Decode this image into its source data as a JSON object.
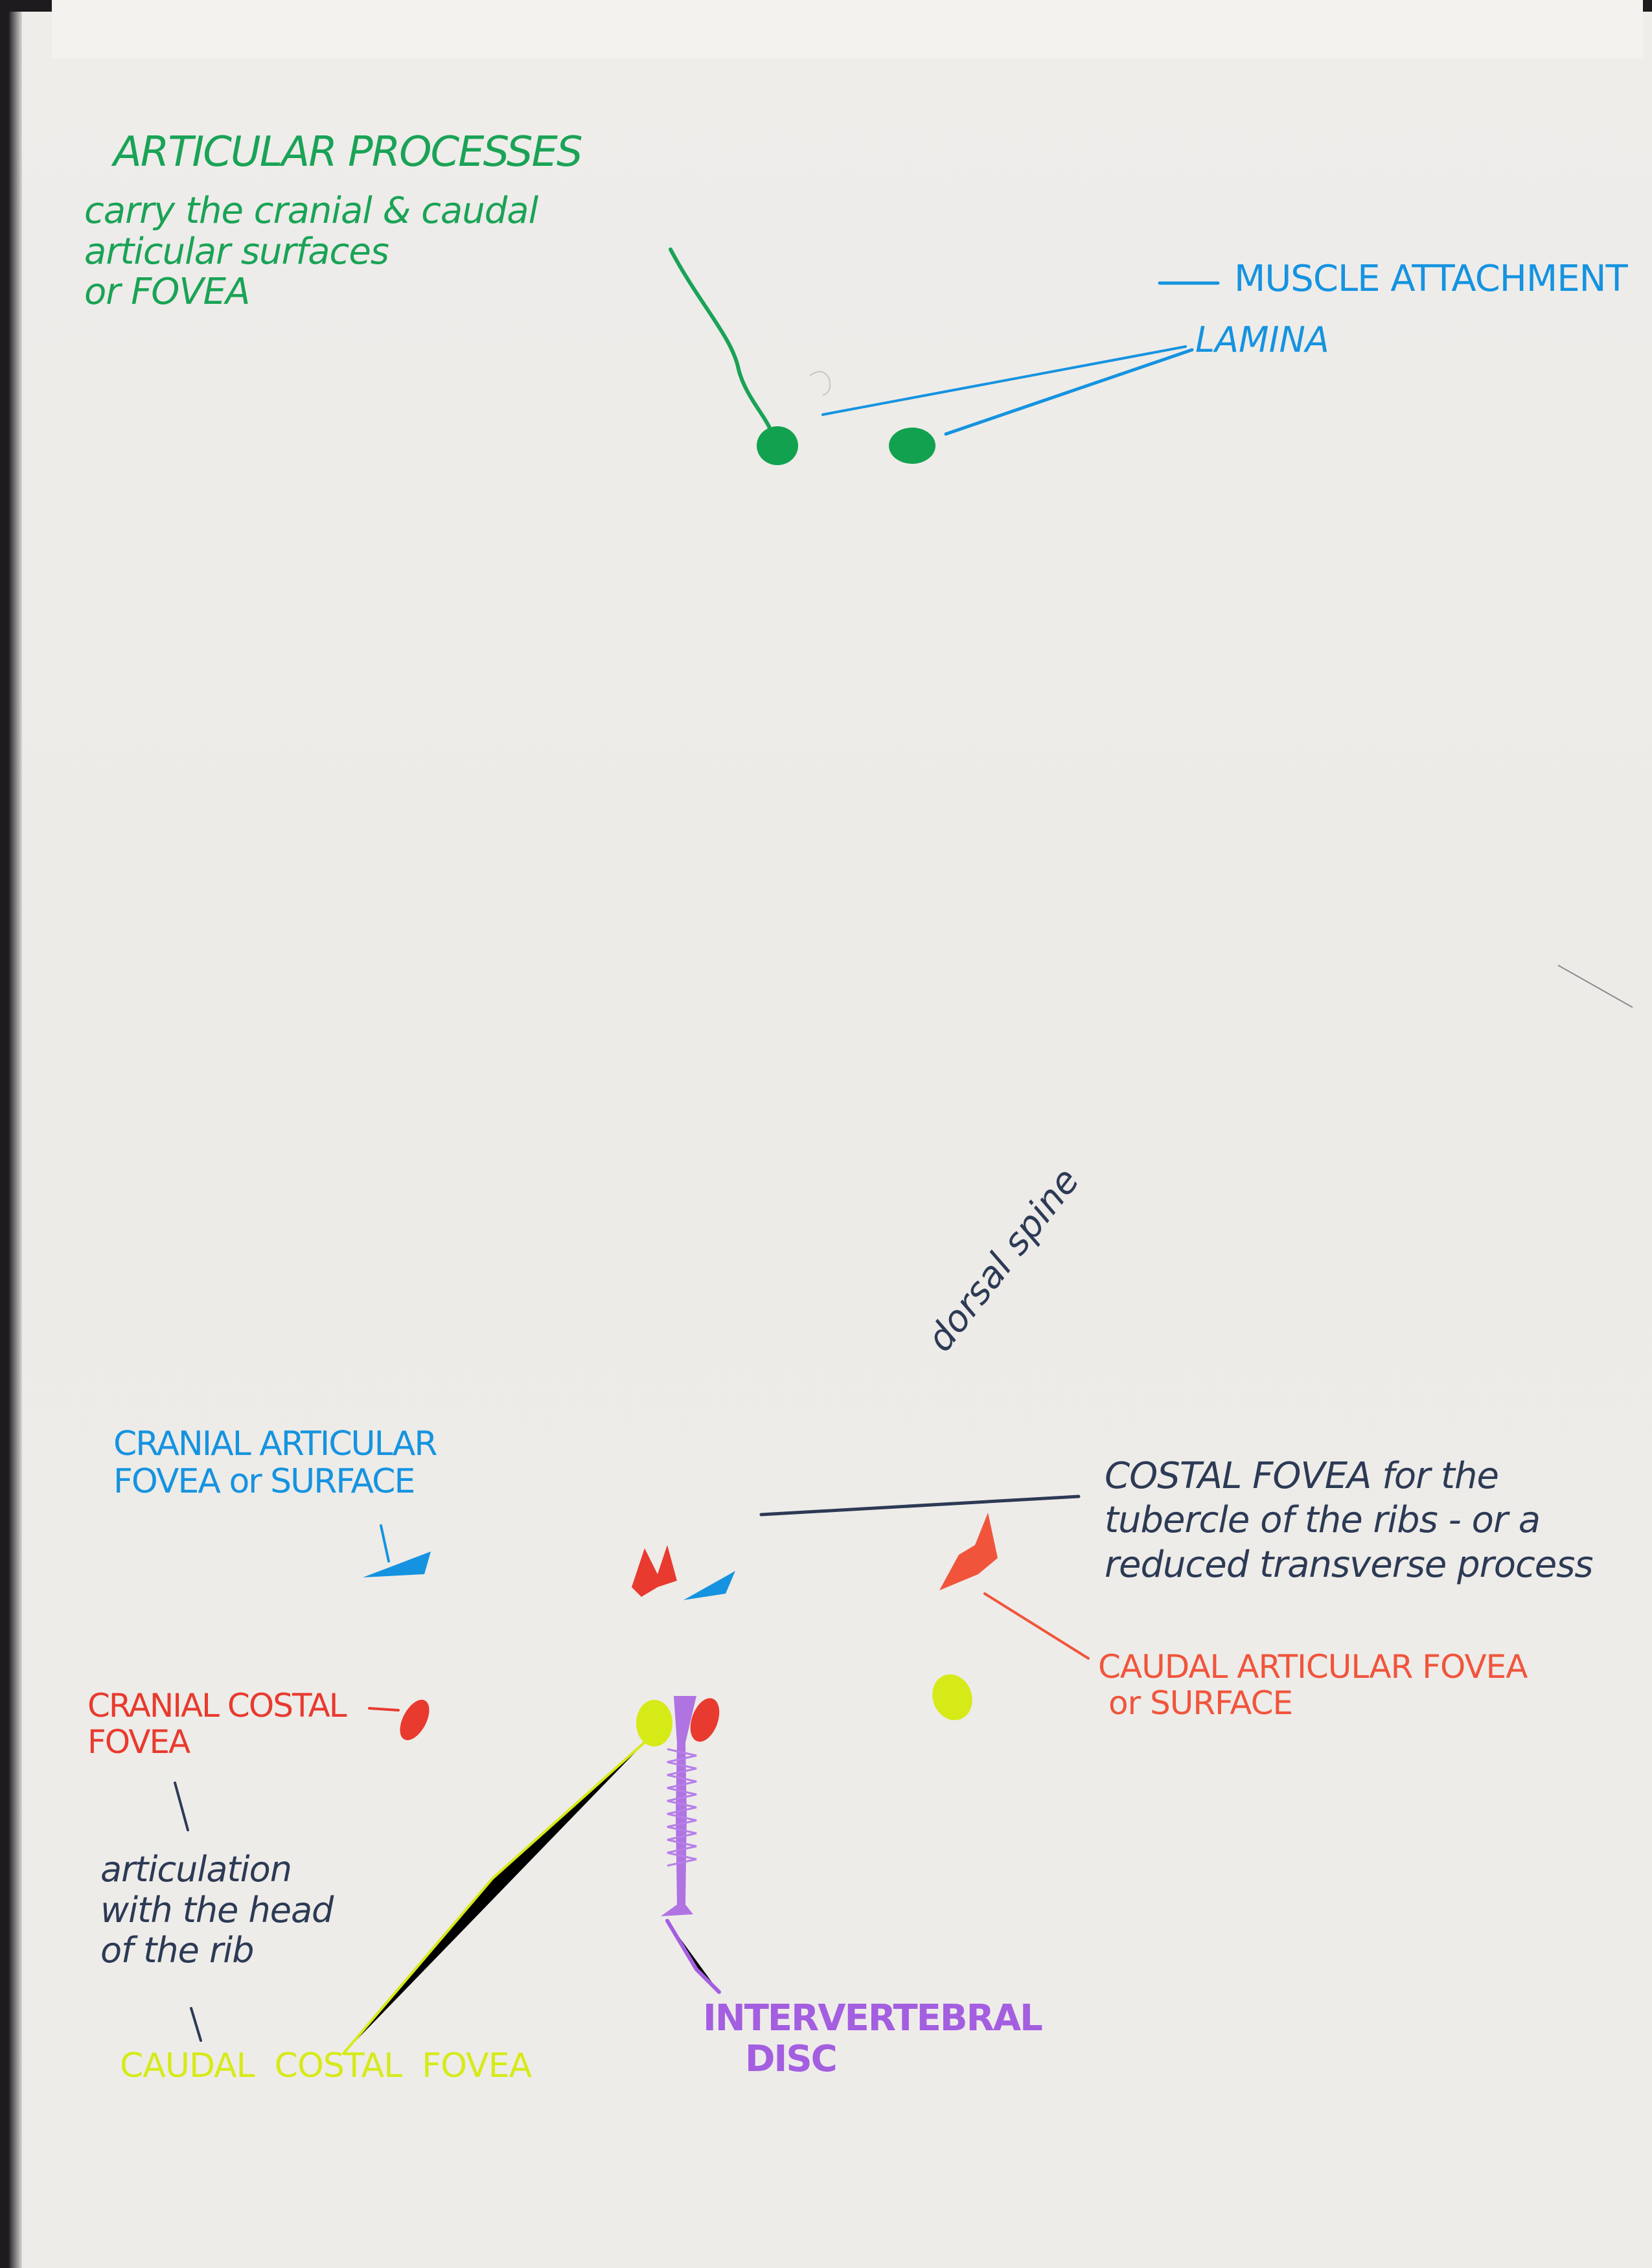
{
  "colors": {
    "green": "#1aa356",
    "blue": "#1593e0",
    "navy": "#2c3a55",
    "red": "#e83a2e",
    "orange": "#f0553c",
    "yellow": "#d6ea18",
    "purple": "#a45ee0",
    "paper": "#efedea"
  },
  "labels": {
    "articular_processes": {
      "title": "ARTICULAR PROCESSES",
      "lines": [
        "carry the cranial & caudal",
        "articular surfaces",
        "or FOVEA"
      ]
    },
    "muscle_attachment": "MUSCLE ATTACHMENT",
    "lamina": "LAMINA",
    "dorsal_spine": "dorsal spine",
    "cranial_articular_fovea": [
      "CRANIAL ARTICULAR",
      "FOVEA or SURFACE"
    ],
    "costal_fovea": [
      "COSTAL FOVEA for the",
      "tubercle of the ribs - or a",
      "reduced transverse process"
    ],
    "caudal_articular_fovea": [
      "CAUDAL ARTICULAR FOVEA",
      "or SURFACE"
    ],
    "cranial_costal_fovea": [
      "CRANIAL COSTAL",
      "FOVEA"
    ],
    "articulation": [
      "articulation",
      "with the head",
      "of the rib"
    ],
    "caudal_costal_fovea": "CAUDAL  COSTAL  FOVEA",
    "intervertebral_disc": [
      "INTERVERTEBRAL",
      "DISC"
    ]
  }
}
